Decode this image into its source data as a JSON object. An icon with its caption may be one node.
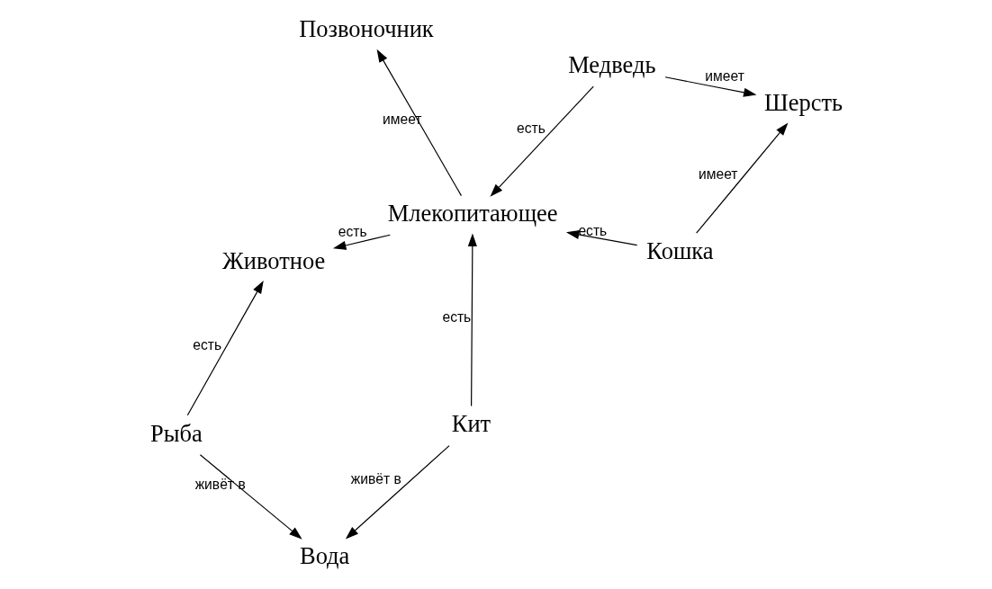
{
  "diagram": {
    "nodes": [
      {
        "text": [
          "Позвоночник"
        ]
      },
      {
        "text": [
          "Кошка"
        ]
      },
      {
        "text": [
          "Шерсть"
        ]
      },
      {
        "text": [
          "Животное"
        ]
      },
      {
        "text": [
          "Млекопитающее"
        ]
      },
      {
        "text": [
          "Медведь"
        ]
      },
      {
        "text": [
          "Рыба"
        ]
      },
      {
        "text": [
          "Кит"
        ]
      },
      {
        "text": [
          "Вода"
        ]
      }
    ],
    "edges": [
      {
        "from": 1,
        "to": 2,
        "arrow": "to",
        "label": "имеет"
      },
      {
        "from": 4,
        "to": 0,
        "arrow": "to",
        "label": "имеет"
      },
      {
        "from": 1,
        "to": 4,
        "arrow": "to",
        "label": "есть"
      },
      {
        "from": 5,
        "to": 2,
        "arrow": "to",
        "label": "имеет"
      },
      {
        "from": 5,
        "to": 4,
        "arrow": "to",
        "label": "есть"
      },
      {
        "from": 4,
        "to": 3,
        "arrow": "to",
        "label": "есть"
      },
      {
        "from": 7,
        "to": 4,
        "arrow": "to",
        "label": "есть"
      },
      {
        "from": 6,
        "to": 3,
        "arrow": "to",
        "label": "есть"
      },
      {
        "from": 6,
        "to": 8,
        "arrow": "to",
        "label": "живёт в"
      },
      {
        "from": 7,
        "to": 8,
        "arrow": "to",
        "label": "живёт в"
      }
    ]
  }
}
